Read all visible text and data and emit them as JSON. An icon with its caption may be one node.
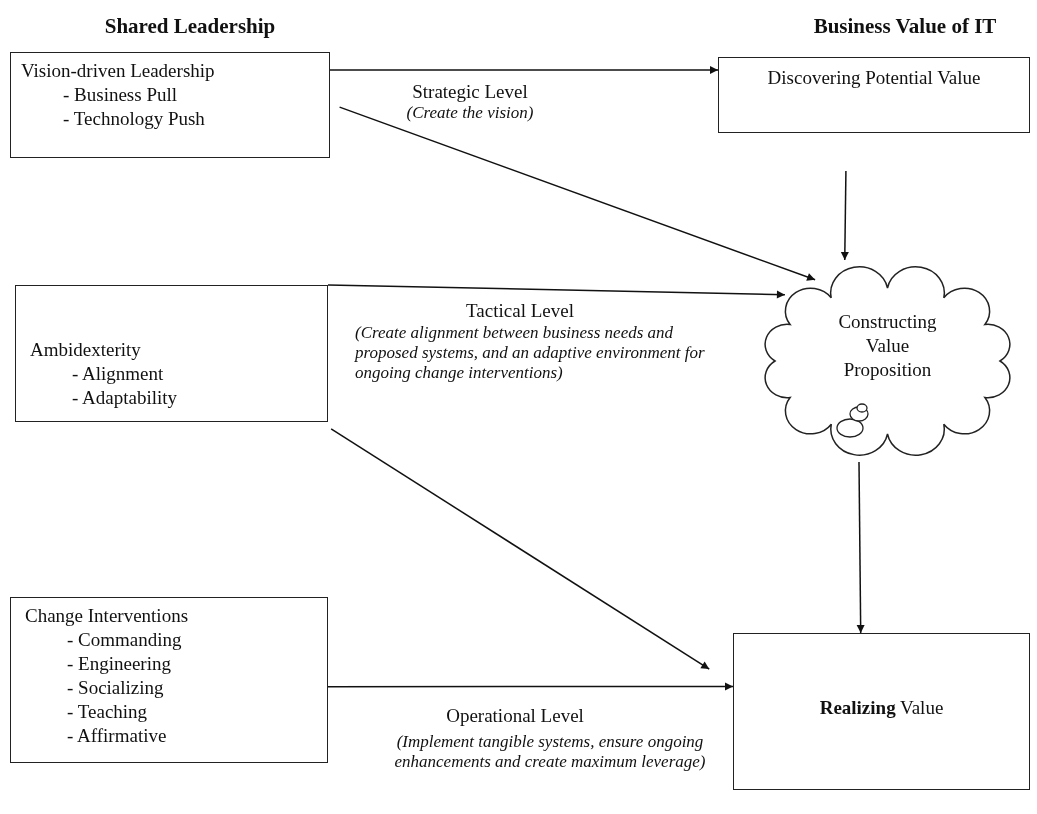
{
  "diagram": {
    "nodes": [
      {
        "text": [
          "Vision-driven Leadership",
          "- Business Pull",
          "- Technology Push"
        ]
      },
      {
        "text": [
          "Discovering Potential Value"
        ]
      },
      {
        "text": [
          "Ambidexterity",
          "- Alignment",
          "- Adaptability"
        ]
      },
      {
        "text": [
          "Constructing Value Proposition"
        ]
      },
      {
        "text": [
          "Change Interventions",
          "- Commanding",
          "- Engineering",
          "- Socializing",
          "- Teaching",
          "- Affirmative"
        ]
      },
      {
        "text": [
          "**Realizing** Value"
        ]
      }
    ],
    "edges": [
      {
        "from": 0,
        "to": 1,
        "arrow": "to"
      },
      {
        "from": 0,
        "to": 3,
        "arrow": "to"
      },
      {
        "from": 2,
        "to": 3,
        "arrow": "to"
      },
      {
        "from": 2,
        "to": 5,
        "arrow": "to"
      },
      {
        "from": 4,
        "to": 5,
        "arrow": "to"
      },
      {
        "from": 1,
        "to": 3,
        "arrow": "to"
      },
      {
        "from": 3,
        "to": 5,
        "arrow": "to"
      }
    ],
    "labels": [
      "Shared Leadership",
      "Business Value of IT",
      "Strategic Level",
      "(Create the vision)",
      "Tactical Level",
      "(Create alignment between business needs and proposed systems, and an adaptive environment for ongoing change interventions)",
      "Operational Level",
      "(Implement tangible systems, ensure ongoing enhancements and create maximum leverage)"
    ]
  }
}
